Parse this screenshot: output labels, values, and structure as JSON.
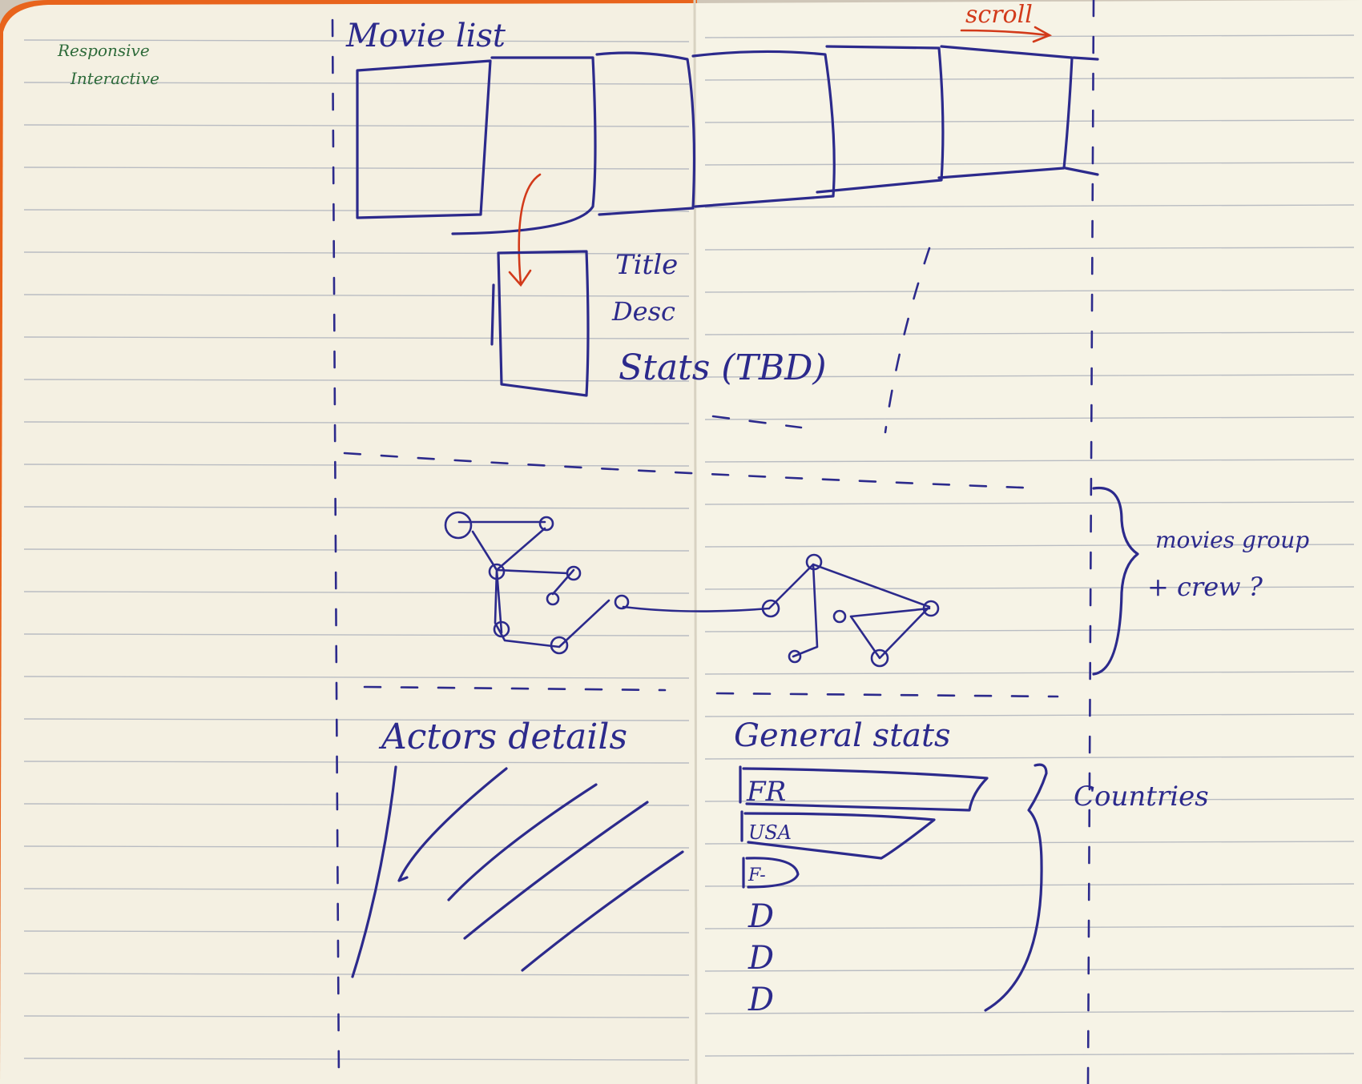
{
  "sketch": {
    "top_left_note": {
      "line1": "Responsive",
      "line2": "Interactive"
    },
    "movie_list": {
      "label": "Movie list",
      "scroll_label": "scroll"
    },
    "movie_detail": {
      "fields": [
        "Title",
        "Desc",
        "Stats (TBD)"
      ]
    },
    "graph_section": {
      "annotation_line1": "movies group",
      "annotation_line2": "+ crew ?"
    },
    "actors_section": {
      "label": "Actors details"
    },
    "stats_section": {
      "label": "General stats",
      "bars": [
        "FR",
        "USA",
        "F-",
        "D",
        "D",
        "D"
      ],
      "annotation": "Countries"
    }
  },
  "colors": {
    "ink": "#2c2a8c",
    "red_ink": "#d23a1a",
    "green_ink": "#2e6b3a",
    "paper": "#f5f1e4",
    "cover": "#e8641c"
  }
}
